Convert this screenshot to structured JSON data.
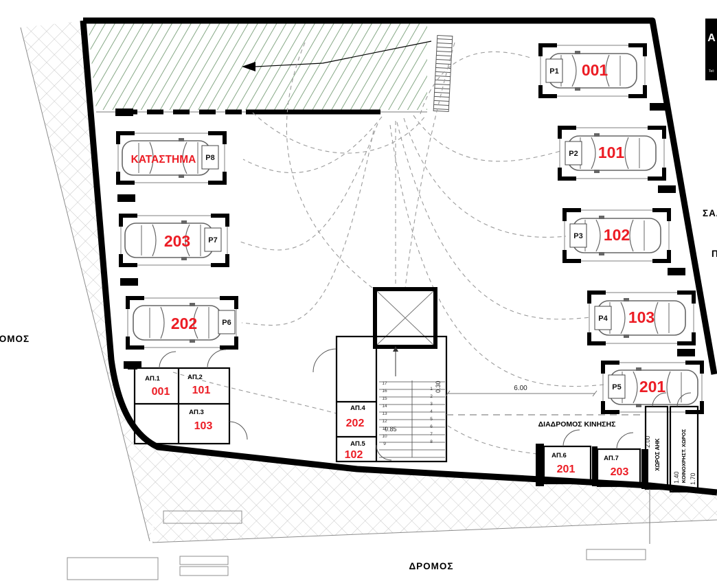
{
  "colors": {
    "unit_red": "#ec1c24",
    "wall_black": "#000000",
    "ramp_green": "#86a886",
    "hatch_gray": "#c8c8c8"
  },
  "parking_bays": [
    {
      "bay": "P1",
      "unit": "001"
    },
    {
      "bay": "P2",
      "unit": "101"
    },
    {
      "bay": "P3",
      "unit": "102"
    },
    {
      "bay": "P4",
      "unit": "103"
    },
    {
      "bay": "P5",
      "unit": "201"
    },
    {
      "bay": "P6",
      "unit": "202"
    },
    {
      "bay": "P7",
      "unit": "203"
    },
    {
      "bay": "P8",
      "unit": "ΚΑΤΑΣΤΗΜΑ"
    }
  ],
  "storage_rooms": [
    {
      "label": "ΑΠ.1",
      "unit": "001"
    },
    {
      "label": "ΑΠ.2",
      "unit": "101"
    },
    {
      "label": "ΑΠ.3",
      "unit": "103"
    },
    {
      "label": "ΑΠ.4",
      "unit": "202"
    },
    {
      "label": "ΑΠ.5",
      "unit": "102"
    },
    {
      "label": "ΑΠ.6",
      "unit": "201"
    },
    {
      "label": "ΑΠ.7",
      "unit": "203"
    }
  ],
  "labels": {
    "road_bottom": "ΔΡΟΜΟΣ",
    "road_left": "ΔΡΟΜΟΣ",
    "street_right_partial": "ΣΑΛ",
    "street_right_partial_2": "Π",
    "corridor": "ΔΙΑΔΡΟΜΟΣ ΚΙΝΗΣΗΣ",
    "room_ahk": "ΧΩΡΟΣ ΑΗΚ",
    "room_communal": "ΚΟΙΝΟΧΡΗΣΤ. ΧΩΡΟΣ"
  },
  "dimensions": {
    "aisle": "6.00",
    "ahk_width": "2.00",
    "dim_140": "1.40",
    "dim_170": "1.70",
    "dim_085": "0.85",
    "dim_030": "0.30"
  },
  "stair": {
    "left_numbers": [
      "17",
      "16",
      "15",
      "14",
      "13",
      "12",
      "11",
      "10",
      "9"
    ],
    "right_numbers": [
      "1",
      "2",
      "3",
      "4",
      "5",
      "6",
      "7",
      "8"
    ]
  },
  "logo": {
    "letter": "A",
    "tel": "Tel:"
  }
}
